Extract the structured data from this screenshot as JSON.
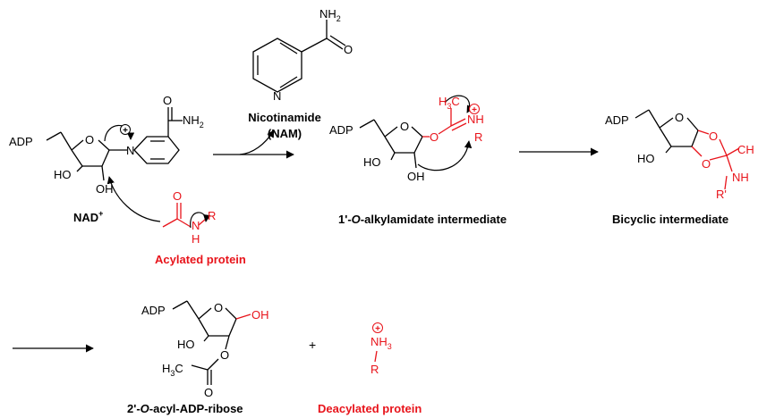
{
  "colors": {
    "ink": "#000000",
    "accent": "#e8141b"
  },
  "nicotinamide": {
    "amine": "NH",
    "amine_sub": "2",
    "oxygen": "O",
    "ring_n": "N",
    "label_line1": "Nicotinamide",
    "label_line2": "(NAM)"
  },
  "nad": {
    "adp": "ADP",
    "ring_o": "O",
    "ring_n": "N",
    "amide_o": "O",
    "amide_n": "NH",
    "amide_n_sub": "2",
    "ho": "HO",
    "oh": "OH",
    "label": "NAD",
    "label_sup": "+"
  },
  "acyl_protein": {
    "o": "O",
    "nh": "N",
    "h": "H",
    "r": "R",
    "label": "Acylated protein"
  },
  "intermediate1": {
    "adp": "ADP",
    "ring_o": "O",
    "link_o": "O",
    "h3c": "H",
    "h3c_sub": "3",
    "h3c_c": "C",
    "nh": "NH",
    "r": "R",
    "ho": "HO",
    "oh": "OH",
    "label_pre": "1'-",
    "label_italic": "O",
    "label_post": "-alkylamidate intermediate"
  },
  "intermediate2": {
    "adp": "ADP",
    "ring_o": "O",
    "ho": "HO",
    "o1": "O",
    "o2": "O",
    "ch3": "CH",
    "nh": "NH",
    "r": "R'",
    "label": "Bicyclic intermediate"
  },
  "product": {
    "adp": "ADP",
    "ring_o": "O",
    "oh": "OH",
    "ho": "HO",
    "o_link": "O",
    "o_carbonyl": "O",
    "h3c": "H",
    "h3c_sub": "3",
    "h3c_c": "C",
    "label_pre": "2'-",
    "label_italic": "O",
    "label_post": "-acyl-ADP-ribose"
  },
  "plus": "+",
  "amine_product": {
    "nh": "NH",
    "nh_sub": "3",
    "r": "R",
    "label": "Deacylated protein"
  }
}
